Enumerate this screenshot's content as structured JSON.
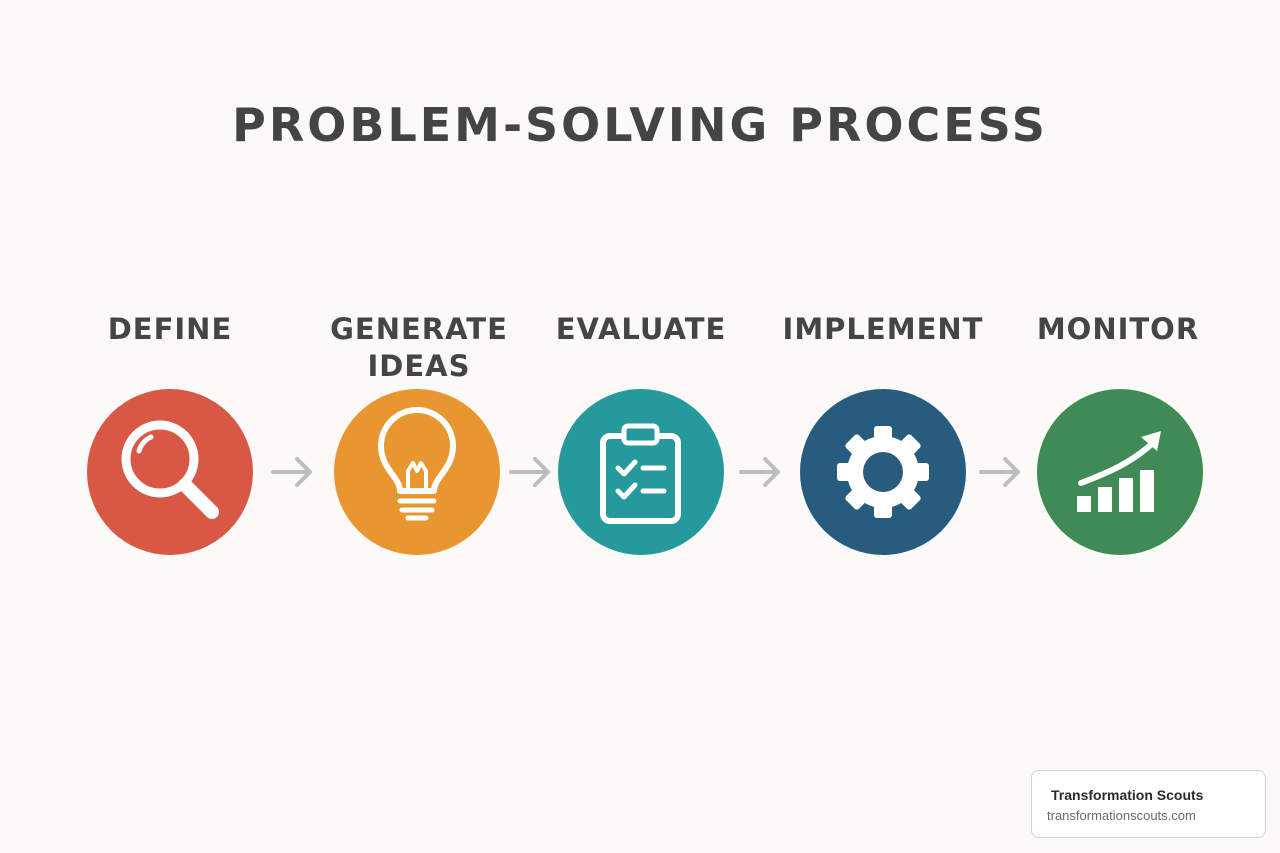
{
  "title": "PROBLEM-SOLVING PROCESS",
  "steps": [
    {
      "label": "DEFINE",
      "icon": "magnifying-glass-icon",
      "color": "#d95745"
    },
    {
      "label": "GENERATE IDEAS",
      "icon": "lightbulb-icon",
      "color": "#e8962f"
    },
    {
      "label": "EVALUATE",
      "icon": "clipboard-checklist-icon",
      "color": "#26999c"
    },
    {
      "label": "IMPLEMENT",
      "icon": "gear-icon",
      "color": "#275c7e"
    },
    {
      "label": "MONITOR",
      "icon": "growth-chart-icon",
      "color": "#3f8a55"
    }
  ],
  "arrow_color": "#bdbdbd",
  "brand": {
    "name": "Transformation Scouts",
    "url": "transformationscouts.com"
  }
}
